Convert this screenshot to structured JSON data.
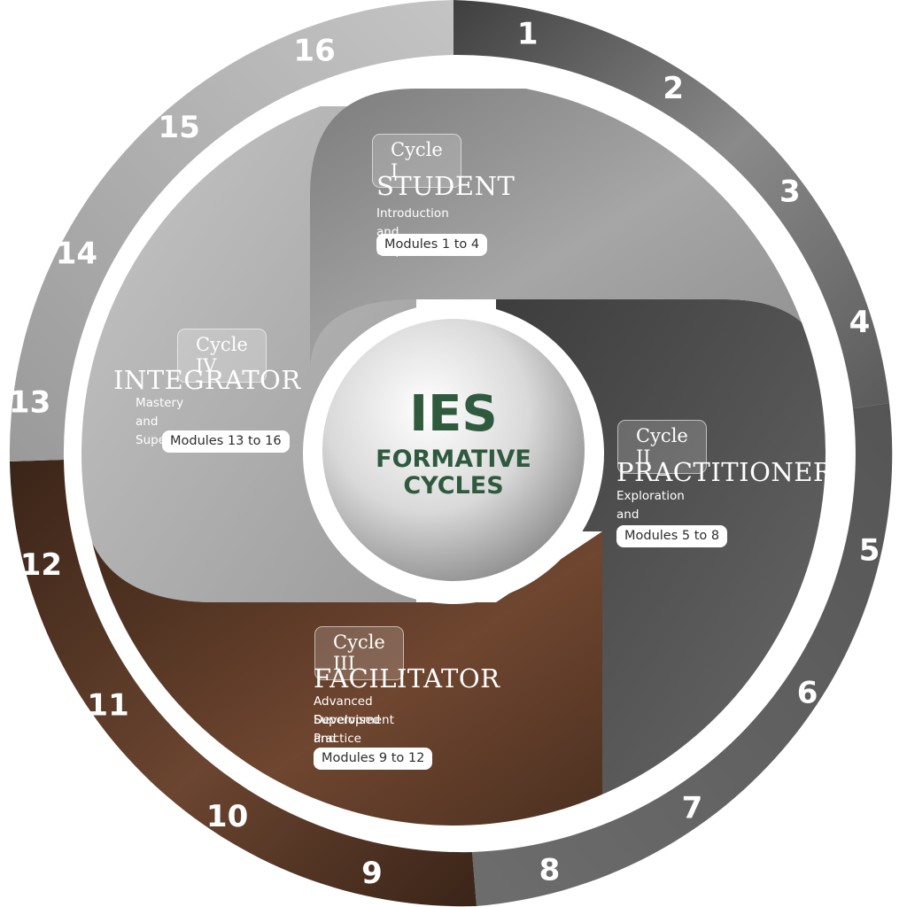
{
  "center": {
    "title": "IES",
    "subtitle_line1": "FORMATIVE",
    "subtitle_line2": "CYCLES",
    "title_color": "#2f5a3e"
  },
  "ring_numbers": [
    "1",
    "2",
    "3",
    "4",
    "5",
    "6",
    "7",
    "8",
    "9",
    "10",
    "11",
    "12",
    "13",
    "14",
    "15",
    "16"
  ],
  "cycles": [
    {
      "tag": "Cycle I",
      "role": "STUDENT",
      "description": "Introduction and Preparation",
      "modules": "Modules 1 to 4"
    },
    {
      "tag": "Cycle II",
      "role": "PRACTITIONER",
      "description": "Exploration and Expansion",
      "modules": "Modules 5 to 8"
    },
    {
      "tag": "Cycle III",
      "role": "FACILITATOR",
      "description_line1": "Advanced Development and",
      "description_line2": "Supervised Practice",
      "modules": "Modules 9 to 12"
    },
    {
      "tag": "Cycle IV",
      "role": "INTEGRATOR",
      "description": "Mastery and Supervision",
      "modules": "Modules 13 to 16"
    }
  ],
  "colors": {
    "brown": "#4a2f1f",
    "dark_gray": "#4a4a4a",
    "light_gray": "#b5b5b5",
    "accent_green": "#2f5a3e"
  }
}
